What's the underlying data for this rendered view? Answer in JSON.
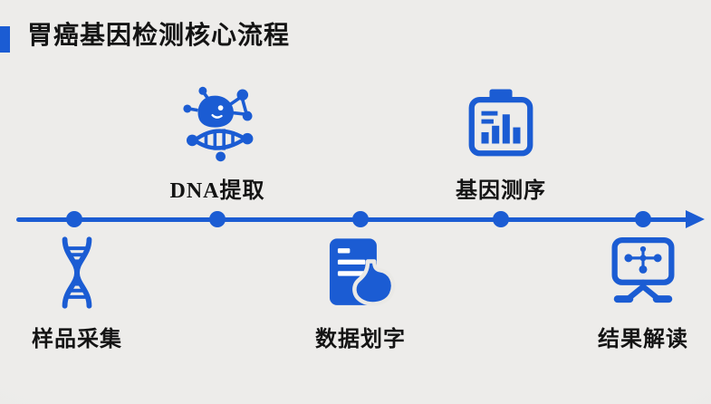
{
  "page": {
    "background_color": "#eae9e6",
    "accent_color": "#1b5cd3",
    "text_color": "#141414"
  },
  "header": {
    "title": "胃癌基因检测核心流程"
  },
  "timeline": {
    "direction": "left-to-right",
    "line_color": "#1b5cd3",
    "steps": [
      {
        "label": "样品采集",
        "icon": "dna-helix-icon",
        "position": "below"
      },
      {
        "label": "DNA提取",
        "icon": "microbe-dna-icon",
        "position": "above"
      },
      {
        "label": "数据划字",
        "icon": "document-stomach-icon",
        "position": "below"
      },
      {
        "label": "基因测序",
        "icon": "clipboard-chart-icon",
        "position": "above"
      },
      {
        "label": "结果解读",
        "icon": "monitor-molecule-icon",
        "position": "below"
      }
    ]
  }
}
